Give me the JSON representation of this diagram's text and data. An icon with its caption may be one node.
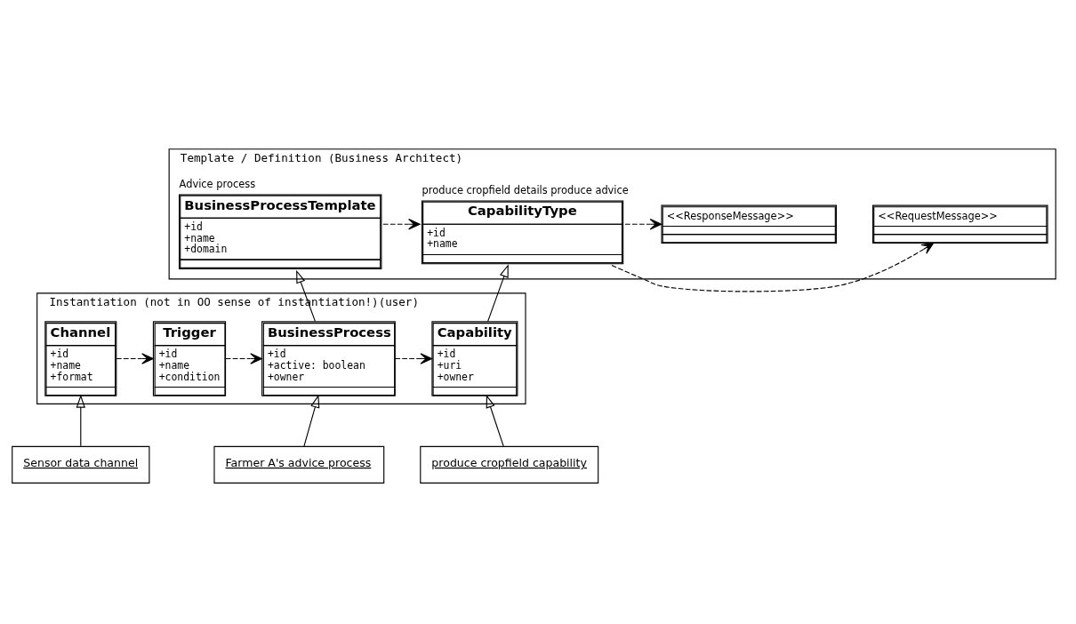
{
  "diagram": {
    "nodes": [
      {
        "text": [
          "Template / Definition (Business Architect)"
        ]
      },
      {
        "text": [
          "BusinessProcessTemplate",
          "+id",
          "+name",
          "+domain"
        ],
        "in": 0,
        "beside": [
          "Advice process"
        ]
      },
      {
        "text": [
          "CapabilityType",
          "+id",
          "+name"
        ],
        "in": 0,
        "beside": [
          "produce cropfield details produce advice"
        ]
      },
      {
        "text": [
          "<<RequestMessage>>"
        ],
        "in": 0
      },
      {
        "text": [
          "<<ResponseMessage>>"
        ],
        "in": 0
      },
      {
        "text": [
          "Instantiation (not in OO sense of instantiation!)(user)"
        ]
      },
      {
        "text": [
          "Channel",
          "+id",
          "+name",
          "+format"
        ],
        "in": 5
      },
      {
        "text": [
          "Trigger",
          "+id",
          "+name",
          "+condition"
        ],
        "in": 5
      },
      {
        "text": [
          "BusinessProcess",
          "+id",
          "+active: boolean",
          "+owner"
        ],
        "in": 5
      },
      {
        "text": [
          "Capability",
          "+id",
          "+uri",
          "+owner"
        ],
        "in": 5
      },
      {
        "text": [
          "Sensor data channel"
        ]
      },
      {
        "text": [
          "Farmer A's advice process"
        ]
      },
      {
        "text": [
          "produce cropfield capability"
        ]
      }
    ],
    "edges": [
      {
        "from": 1,
        "to": 2,
        "arrow": "to",
        "style": "dashed"
      },
      {
        "from": 2,
        "to": 3,
        "arrow": "to",
        "style": "dashed"
      },
      {
        "from": 2,
        "to": 4,
        "arrow": "to",
        "style": "dashed"
      },
      {
        "from": 8,
        "to": 1,
        "arrow": "to"
      },
      {
        "from": 9,
        "to": 2,
        "arrow": "to"
      },
      {
        "from": 6,
        "to": 7,
        "arrow": "to",
        "style": "dashed"
      },
      {
        "from": 7,
        "to": 8,
        "arrow": "to",
        "style": "dashed"
      },
      {
        "from": 8,
        "to": 9,
        "arrow": "to",
        "style": "dashed"
      },
      {
        "from": 10,
        "to": 6,
        "arrow": "to"
      },
      {
        "from": 11,
        "to": 8,
        "arrow": "to"
      },
      {
        "from": 12,
        "to": 9,
        "arrow": "to"
      }
    ]
  }
}
